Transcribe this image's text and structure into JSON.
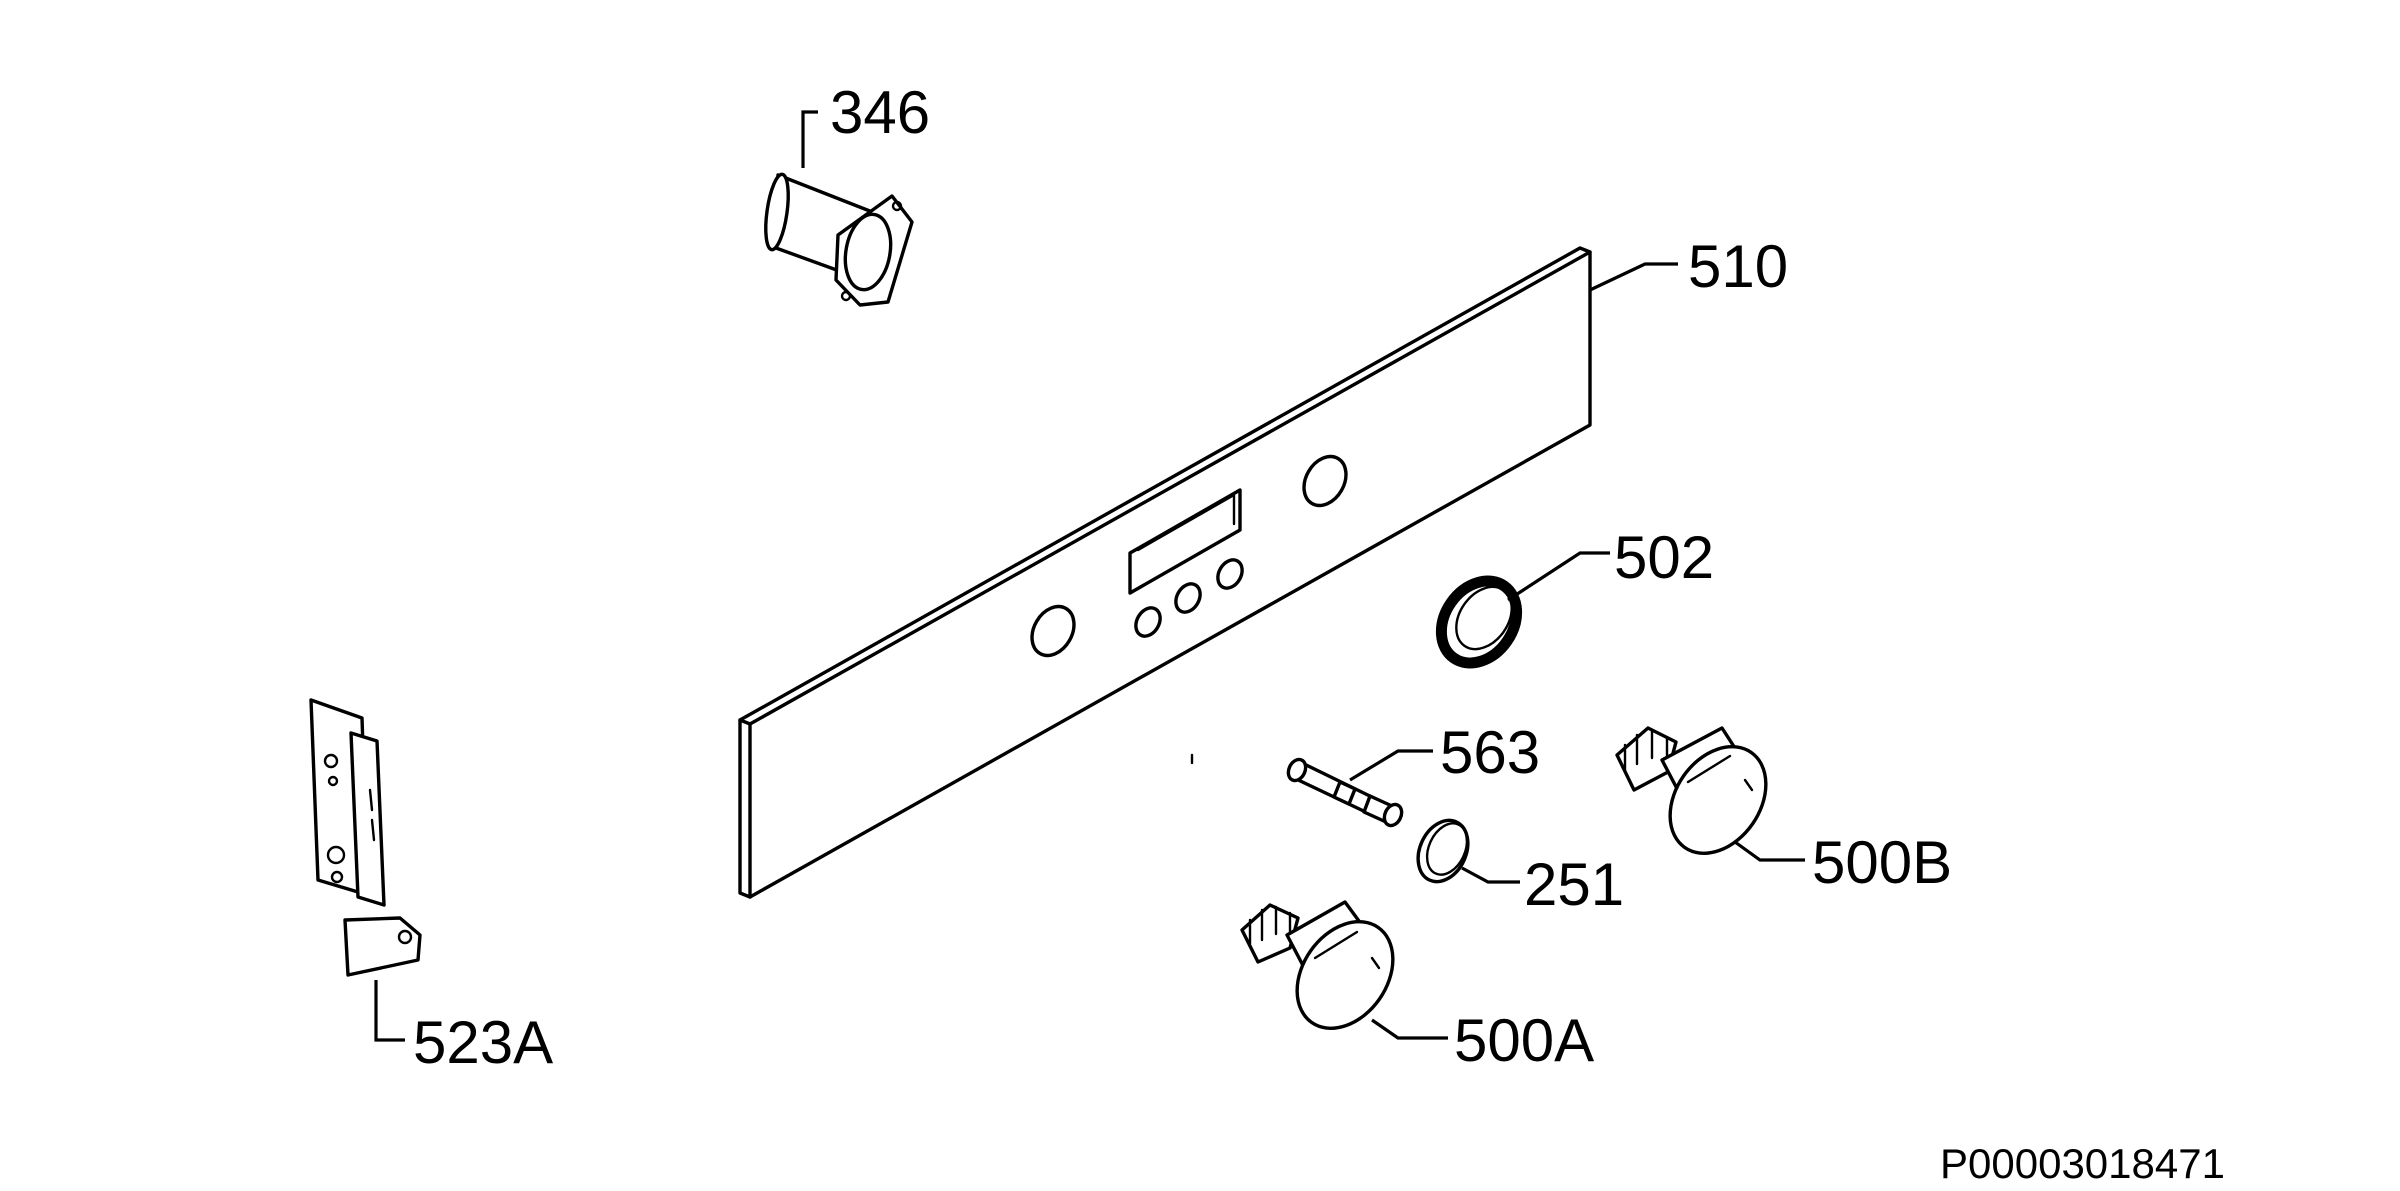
{
  "labels": {
    "p346": "346",
    "p510": "510",
    "p502": "502",
    "p563": "563",
    "p251": "251",
    "p500B": "500B",
    "p500A": "500A",
    "p523A": "523A"
  },
  "document_id": "P00003018471"
}
